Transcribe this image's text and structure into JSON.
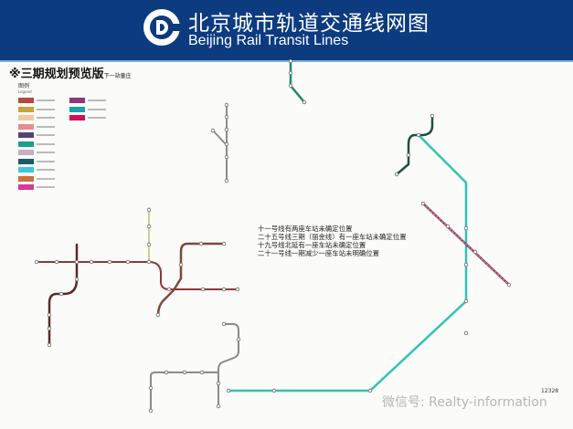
{
  "header": {
    "title_cn": "北京城市轨道交通线网图",
    "title_en": "Beijing Rail Transit Lines",
    "logo": "beijing-subway-logo",
    "background_color": "#0c3b80"
  },
  "edition": {
    "label": "※三期规划预览版",
    "sub": "下一站童庄"
  },
  "legend": {
    "title": "图例",
    "subtitle": "Legend",
    "colors": [
      "#b5483f",
      "#c9a43a",
      "#f2c9a0",
      "#e58d8d",
      "#5b3f7a",
      "#1aa08a",
      "#c9aec0",
      "#1e5a6a",
      "#3ec8e0",
      "#c8733a",
      "#d63a96",
      "#8a3a7a",
      "#1aa0b0",
      "#d0105a"
    ]
  },
  "notes": [
    "十一号线有两座车站未确定位置",
    "二十五号线三期（丽金线）有一座车站未确定位置",
    "十九号线北延有一座车站未确定位置",
    "二十一号线一期减少一座车站未明确位置"
  ],
  "footer": {
    "hotline": "12328",
    "watermark": "微信号: Realty-information"
  },
  "line_colors": {
    "teal": "#2fc4b2",
    "dark_green": "#1f4f44",
    "maroon": "#8a3a5a",
    "brown_red": "#8a3a3a",
    "dark_brown": "#5a2a2a",
    "gray": "#8a8a8a",
    "yellow_green": "#c8d08a",
    "green": "#1a8a6a"
  }
}
